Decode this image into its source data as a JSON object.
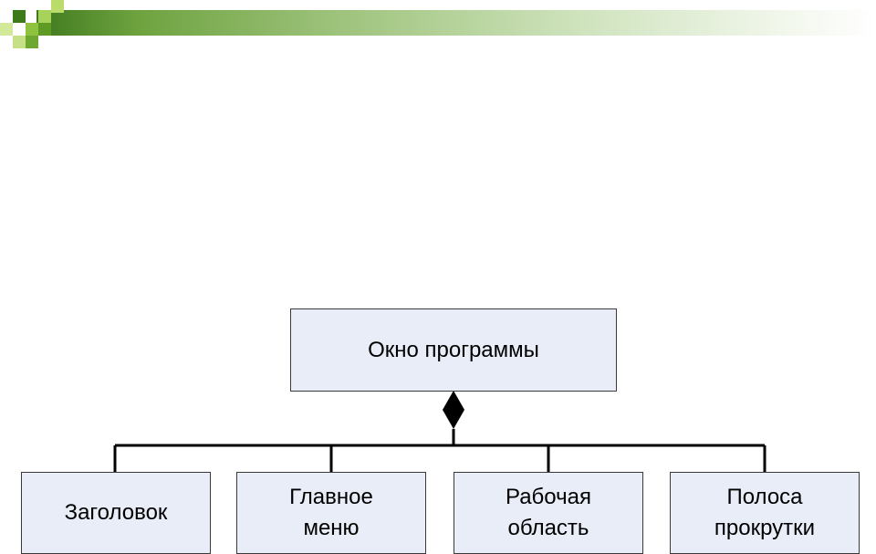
{
  "diagram": {
    "root": {
      "label": "Окно программы"
    },
    "children": [
      {
        "label": "Заголовок"
      },
      {
        "label": "Главное\nменю"
      },
      {
        "label": "Рабочая\nобласть"
      },
      {
        "label": "Полоса\nпрокрутки"
      }
    ],
    "relation": "composition"
  },
  "colors": {
    "box_fill": "#e8edf8",
    "line": "#000000",
    "header_green": "#3f7a1e"
  }
}
